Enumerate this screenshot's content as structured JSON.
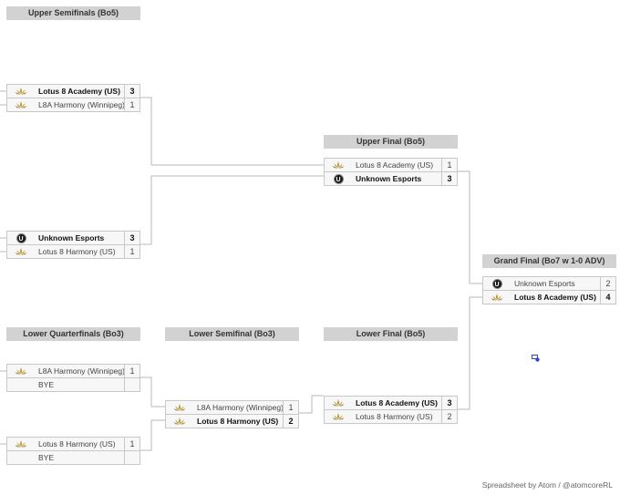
{
  "headers": {
    "upper_semis": "Upper Semifinals (Bo5)",
    "upper_final": "Upper Final (Bo5)",
    "grand_final": "Grand Final (Bo7 w 1-0 ADV)",
    "lower_qf": "Lower Quarterfinals (Bo3)",
    "lower_semi": "Lower Semifinal (Bo3)",
    "lower_final": "Lower Final (Bo5)"
  },
  "matches": {
    "us1": [
      {
        "logo": "lotus-icon",
        "name": "Lotus 8 Academy (US)",
        "score": "3",
        "win": true
      },
      {
        "logo": "lotus-icon",
        "name": "L8A Harmony (Winnipeg)",
        "score": "1",
        "win": false
      }
    ],
    "us2": [
      {
        "logo": "unknown-esports-icon",
        "name": "Unknown Esports",
        "score": "3",
        "win": true
      },
      {
        "logo": "lotus-icon",
        "name": "Lotus 8 Harmony (US)",
        "score": "1",
        "win": false
      }
    ],
    "uf": [
      {
        "logo": "lotus-icon",
        "name": "Lotus 8 Academy (US)",
        "score": "1",
        "win": false
      },
      {
        "logo": "unknown-esports-icon",
        "name": "Unknown Esports",
        "score": "3",
        "win": true
      }
    ],
    "gf": [
      {
        "logo": "unknown-esports-icon",
        "name": "Unknown Esports",
        "score": "2",
        "win": false
      },
      {
        "logo": "lotus-icon",
        "name": "Lotus 8 Academy (US)",
        "score": "4",
        "win": true
      }
    ],
    "lq1": [
      {
        "logo": "lotus-icon",
        "name": "L8A Harmony (Winnipeg)",
        "score": "1",
        "win": false
      },
      {
        "logo": "",
        "name": "BYE",
        "score": "",
        "win": false,
        "bye": true
      }
    ],
    "lq2": [
      {
        "logo": "lotus-icon",
        "name": "Lotus 8 Harmony (US)",
        "score": "1",
        "win": false
      },
      {
        "logo": "",
        "name": "BYE",
        "score": "",
        "win": false,
        "bye": true
      }
    ],
    "ls": [
      {
        "logo": "lotus-icon",
        "name": "L8A Harmony (Winnipeg)",
        "score": "1",
        "win": false
      },
      {
        "logo": "lotus-icon",
        "name": "Lotus 8 Harmony (US)",
        "score": "2",
        "win": true
      }
    ],
    "lf": [
      {
        "logo": "lotus-icon",
        "name": "Lotus 8 Academy (US)",
        "score": "3",
        "win": true
      },
      {
        "logo": "lotus-icon",
        "name": "Lotus 8 Harmony (US)",
        "score": "2",
        "win": false
      }
    ]
  },
  "credit": "Spreadsheet by Atom / @atomcoreRL",
  "colors": {
    "header_bg": "#d2d2d2",
    "row_bg": "#f7f7f7",
    "line": "#b8b8b8",
    "cursor": "#3344cc"
  }
}
